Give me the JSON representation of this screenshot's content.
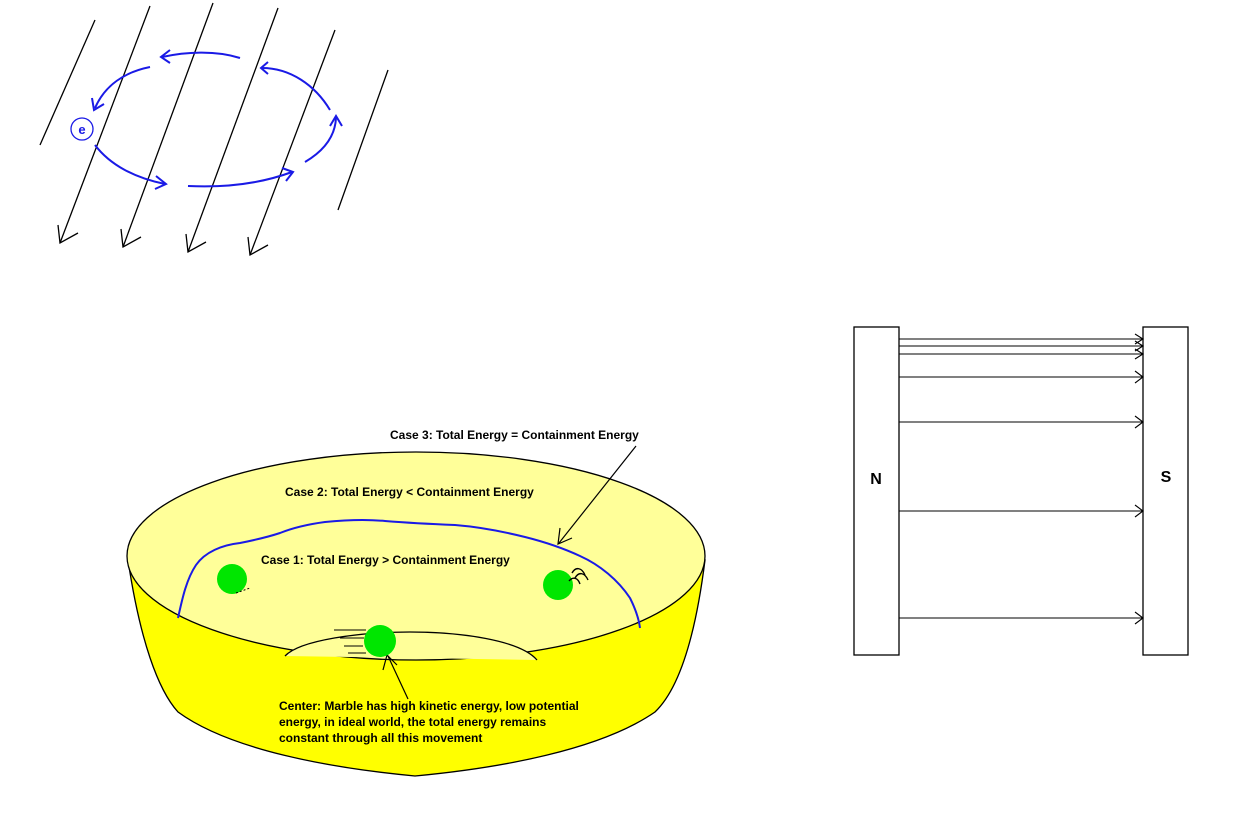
{
  "colors": {
    "field_line": "#000000",
    "electron_path": "#1a1ae6",
    "bowl_fill": "#ffff00",
    "bowl_inner": "#ffff99",
    "marble": "#00e600",
    "magnet_outline": "#000000"
  },
  "electron_diagram": {
    "particle_label": "e"
  },
  "bowl_diagram": {
    "case3_label": "Case 3: Total Energy = Containment Energy",
    "case2_label": "Case 2: Total Energy < Containment Energy",
    "case1_label": "Case 1: Total Energy > Containment Energy",
    "center_note": [
      "Center: Marble has high kinetic energy, low potential",
      "energy, in ideal world, the total energy remains",
      "constant through all this movement"
    ]
  },
  "magnet_diagram": {
    "north_label": "N",
    "south_label": "S"
  }
}
